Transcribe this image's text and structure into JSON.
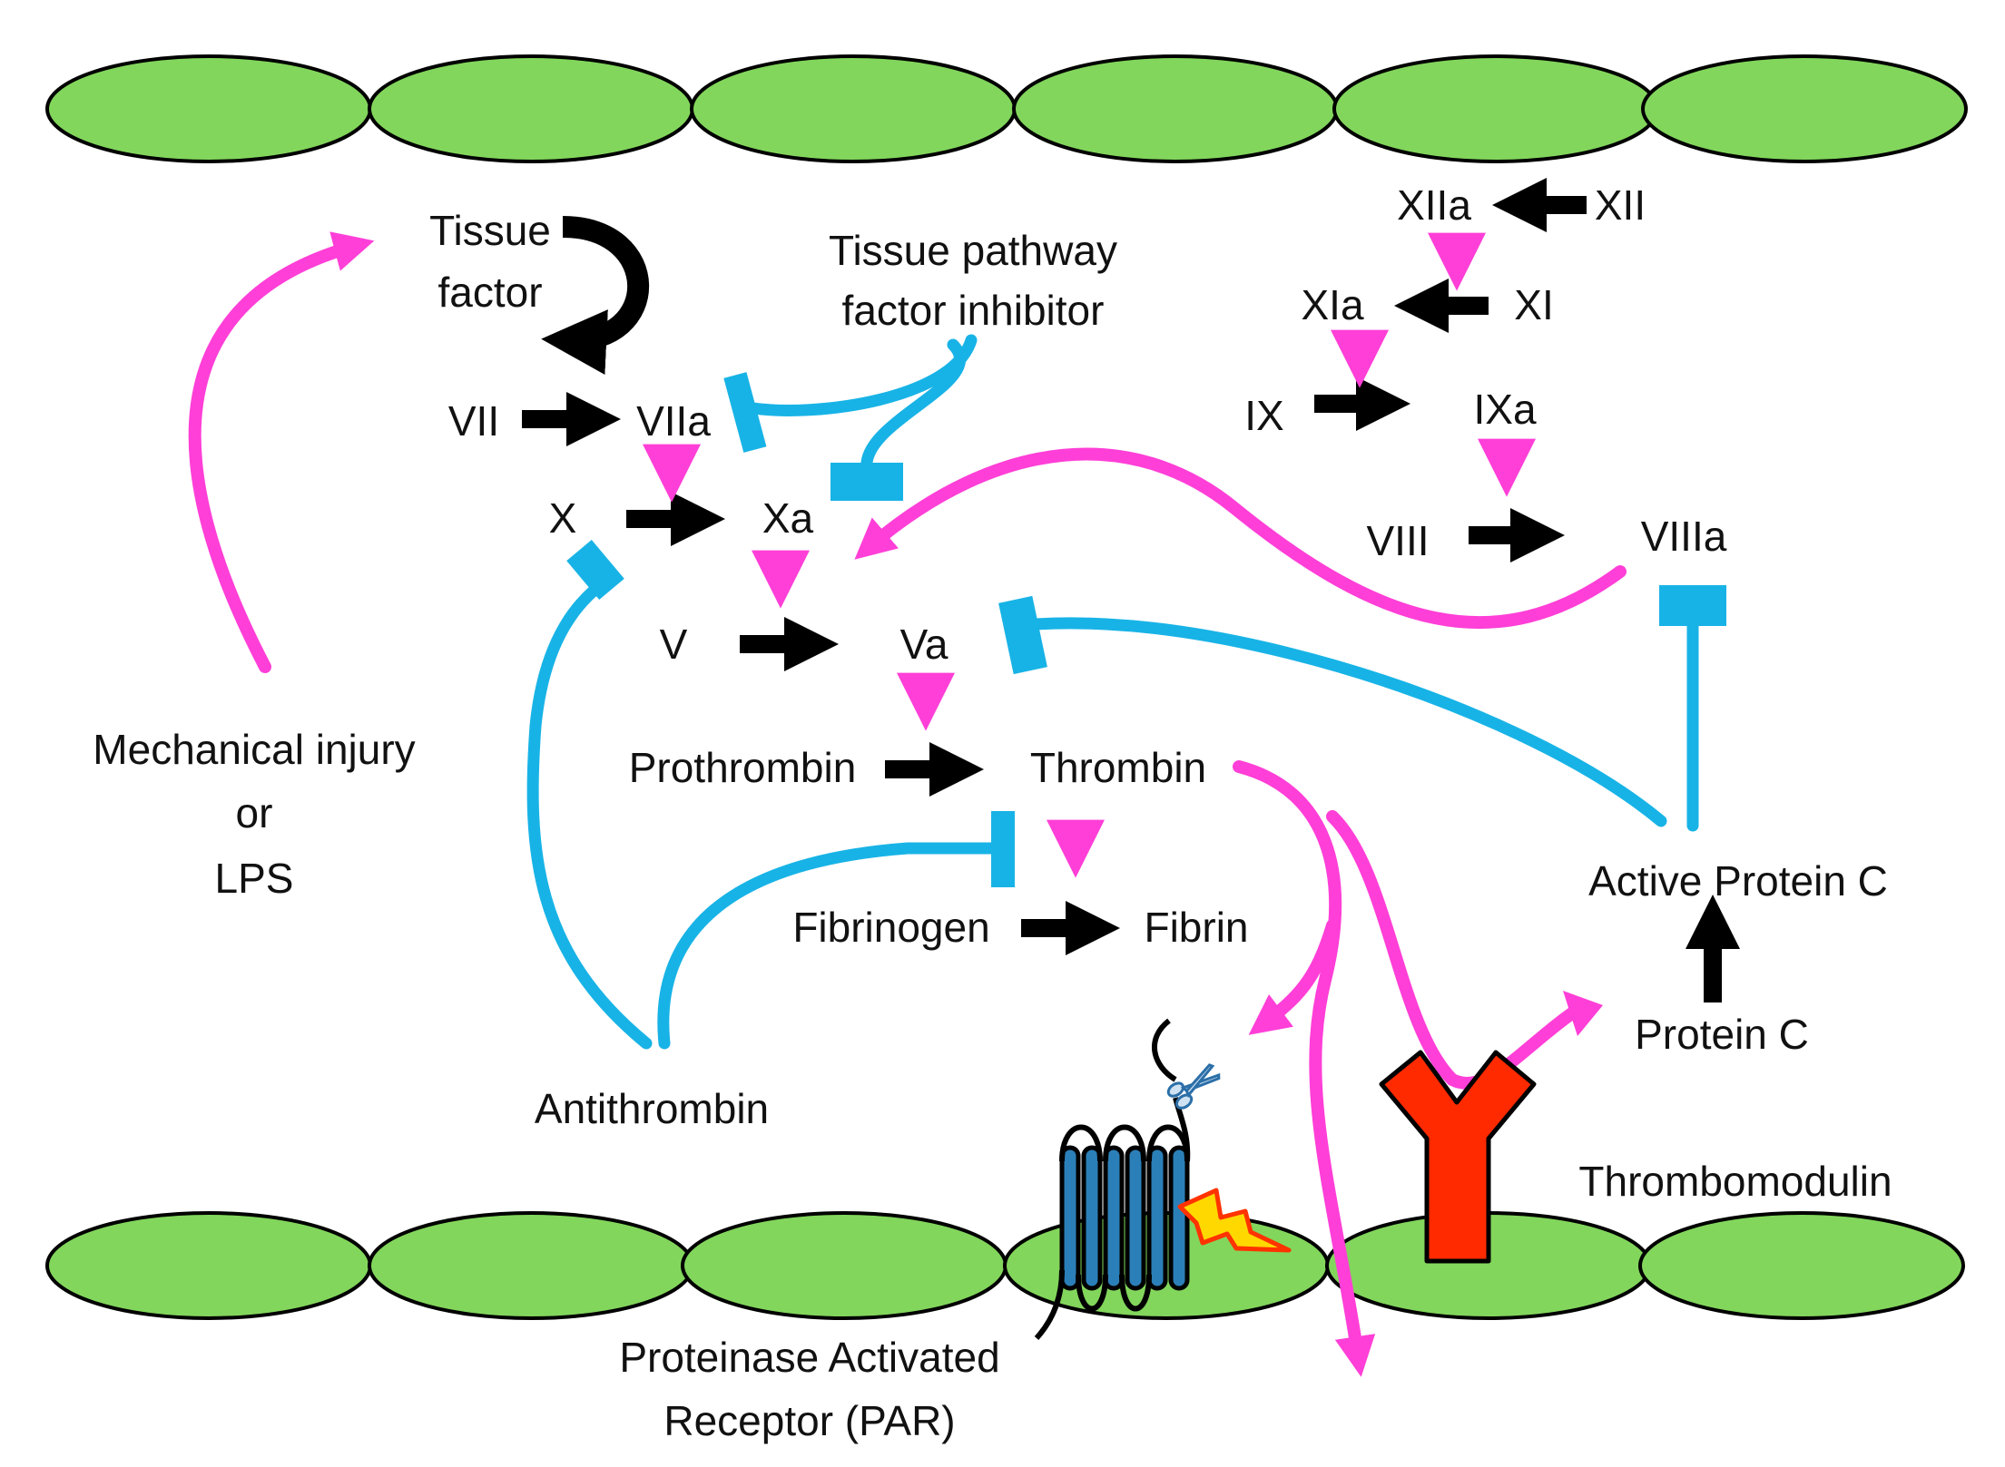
{
  "colors": {
    "cell_fill": "#82d65c",
    "activation": "#000000",
    "catalysis": "#ff3fd7",
    "inhibition": "#18b3e6",
    "thrombomodulin": "#ff2a00",
    "par_receptor": "#2b7fb8",
    "spark": "#ffd800"
  },
  "labels": {
    "tissue_factor": [
      "Tissue",
      "factor"
    ],
    "tfpi": [
      "Tissue pathway",
      "factor inhibitor"
    ],
    "vii": "VII",
    "viia": "VIIa",
    "x": "X",
    "xa": "Xa",
    "v": "V",
    "va": "Va",
    "prothrombin": "Prothrombin",
    "thrombin": "Thrombin",
    "fibrinogen": "Fibrinogen",
    "fibrin": "Fibrin",
    "xiia": "XIIa",
    "xii": "XII",
    "xia": "XIa",
    "xi": "XI",
    "ix": "IX",
    "ixa": "IXa",
    "viii": "VIII",
    "viiia": "VIIIa",
    "injury": [
      "Mechanical injury",
      "or",
      "LPS"
    ],
    "antithrombin": "Antithrombin",
    "active_protein_c": "Active Protein C",
    "protein_c": "Protein C",
    "thrombomodulin": "Thrombomodulin",
    "par": [
      "Proteinase Activated",
      "Receptor (PAR)"
    ]
  },
  "icons": {
    "scissors": "scissors-icon",
    "spark": "lightning-icon"
  }
}
